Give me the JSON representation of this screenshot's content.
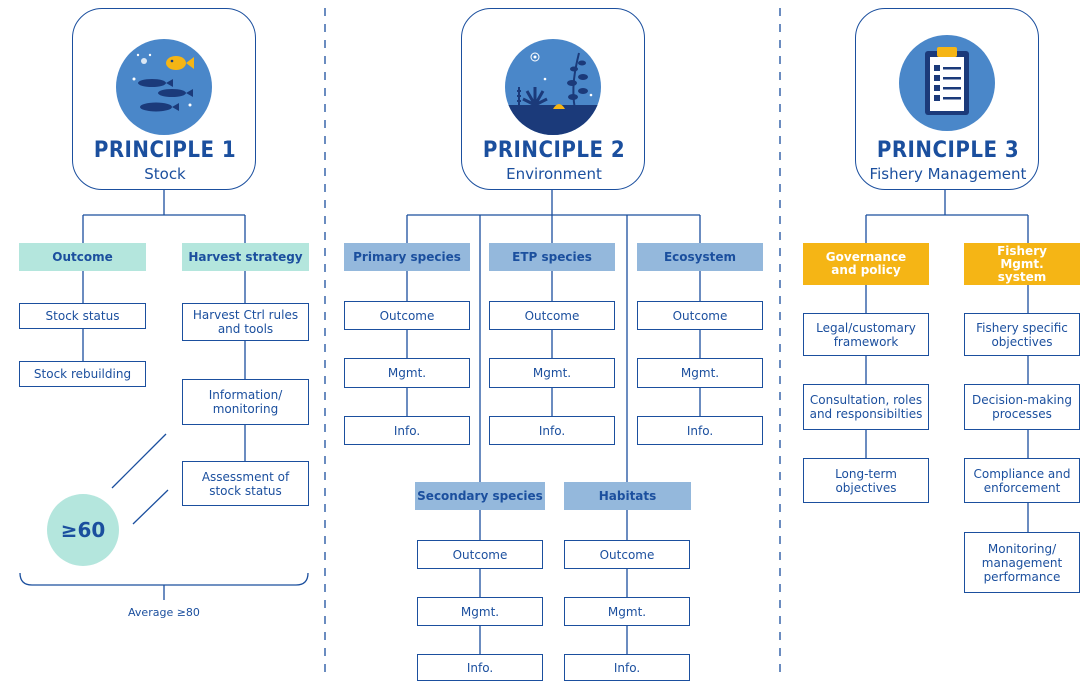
{
  "principles": [
    {
      "title": "PRINCIPLE 1",
      "subtitle": "Stock",
      "icon": "fish-school-icon"
    },
    {
      "title": "PRINCIPLE 2",
      "subtitle": "Environment",
      "icon": "seabed-plants-icon"
    },
    {
      "title": "PRINCIPLE 3",
      "subtitle": "Fishery Management",
      "icon": "clipboard-checklist-icon"
    }
  ],
  "p1": {
    "headers": [
      "Outcome",
      "Harvest strategy"
    ],
    "outcome_items": [
      "Stock status",
      "Stock rebuilding"
    ],
    "harvest_items": [
      "Harvest Ctrl rules and tools",
      "Information/ monitoring",
      "Assessment of stock status"
    ],
    "badge": "≥60",
    "average": "Average ≥80"
  },
  "p2": {
    "headers": [
      "Primary species",
      "ETP species",
      "Ecosystem",
      "Secondary species",
      "Habitats"
    ],
    "items": [
      "Outcome",
      "Mgmt.",
      "Info."
    ]
  },
  "p3": {
    "headers": [
      "Governance and policy",
      "Fishery Mgmt. system"
    ],
    "governance_items": [
      "Legal/customary framework",
      "Consultation, roles and responsibilties",
      "Long-term objectives"
    ],
    "system_items": [
      "Fishery specific objectives",
      "Decision-making processes",
      "Compliance and enforcement",
      "Monitoring/ management performance"
    ]
  },
  "colors": {
    "navy": "#1b4f9e",
    "teal": "#b4e6dd",
    "blue_header": "#94b8dc",
    "gold": "#f5b515",
    "icon_bg": "#4a87c9"
  }
}
